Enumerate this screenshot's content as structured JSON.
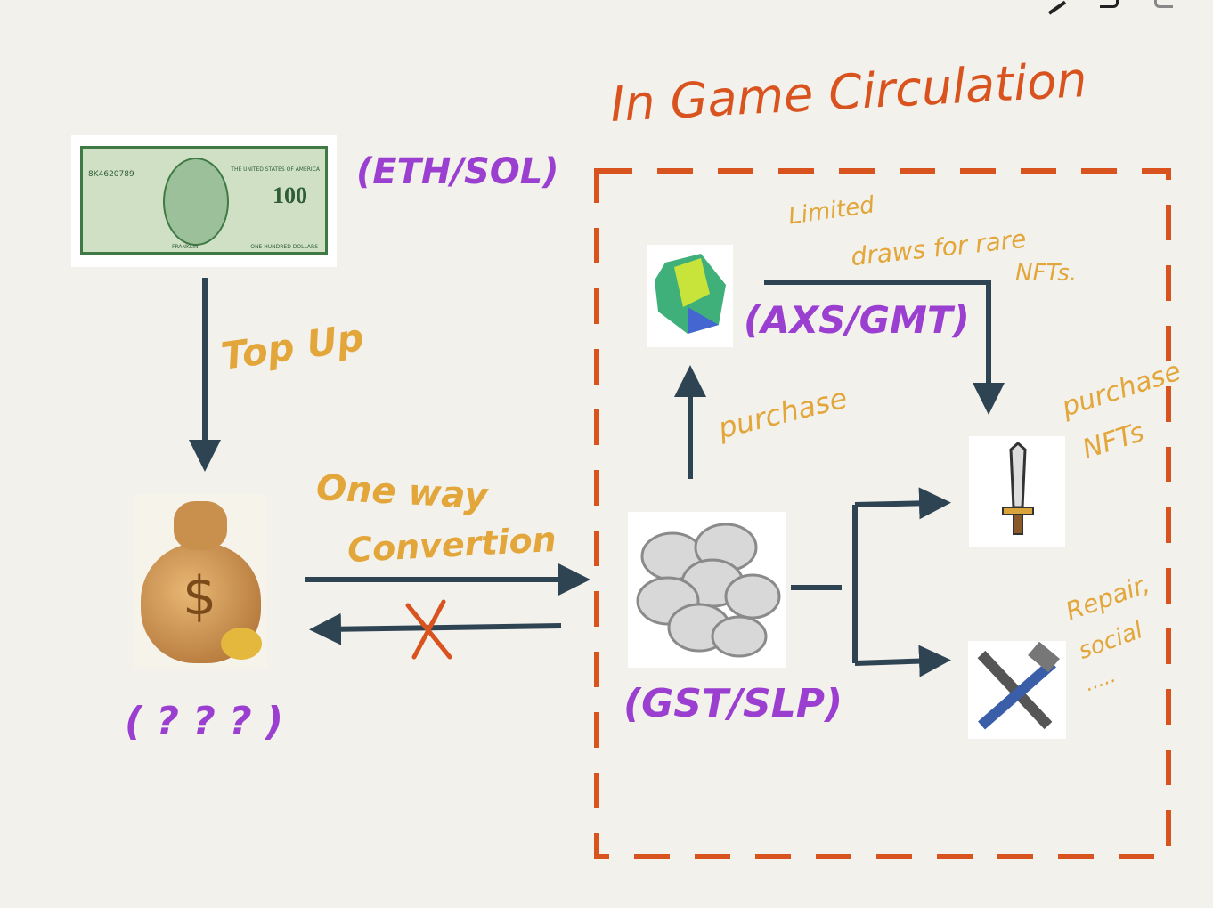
{
  "title": "In Game Circulation",
  "labels": {
    "fiat_token": "(ETH/SOL)",
    "top_up": "Top Up",
    "wallet_token": "( ? ? ? )",
    "one_way": "One way",
    "conversion": "Convertion",
    "governance_token": "(AXS/GMT)",
    "limited": "Limited",
    "draws": "draws for rare",
    "nfts": "NFTs.",
    "purchase": "purchase",
    "purchase_nfts_1": "purchase",
    "purchase_nfts_2": "NFTs",
    "utility_token": "(GST/SLP)",
    "repair": "Repair,",
    "social": "social",
    "ellipsis": "....."
  },
  "bill": {
    "serial": "8K4620789",
    "denomination": "100",
    "country": "THE UNITED STATES OF AMERICA",
    "name": "FRANKLIN",
    "words": "ONE HUNDRED DOLLARS"
  },
  "colors": {
    "arrow": "#2f4453",
    "accent_red": "#d9531e",
    "purple": "#9b3fd1",
    "orange": "#e2a63a"
  }
}
